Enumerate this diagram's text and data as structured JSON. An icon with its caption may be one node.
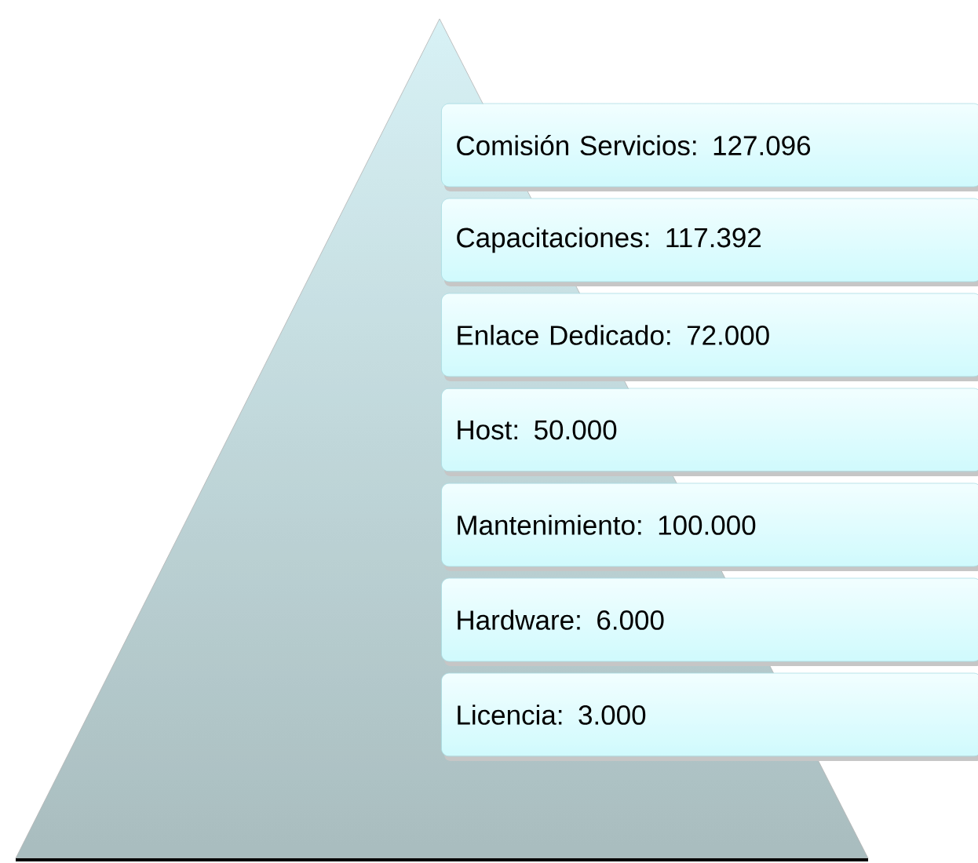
{
  "diagram": {
    "nodes": [
      {
        "text": [
          "Comisión Servicios: 127.096"
        ]
      },
      {
        "text": [
          "Capacitaciones:  117.392"
        ]
      },
      {
        "text": [
          "Enlace Dedicado: 72.000"
        ]
      },
      {
        "text": [
          "Host: 50.000"
        ]
      },
      {
        "text": [
          "Mantenimiento: 100.000"
        ]
      },
      {
        "text": [
          "Hardware: 6.000"
        ]
      },
      {
        "text": [
          "Licencia: 3.000"
        ]
      }
    ]
  }
}
